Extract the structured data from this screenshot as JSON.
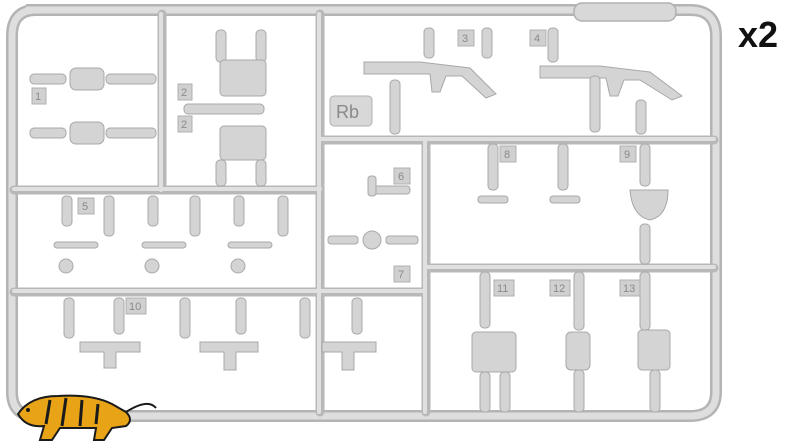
{
  "image": {
    "quantity_label": "x2",
    "sprue_code": "Rb",
    "part_numbers": [
      "1",
      "2",
      "2",
      "3",
      "4",
      "5",
      "6",
      "7",
      "8",
      "9",
      "10",
      "11",
      "12",
      "13"
    ],
    "colors": {
      "background": "#ffffff",
      "plastic": "#d6d6d6",
      "plastic_shadow": "#b9b9b9",
      "plastic_dark": "#9e9e9e",
      "text": "#111111",
      "logo_orange": "#e8a317",
      "logo_black": "#1a1a1a"
    },
    "icons": [
      "tiger-logo"
    ]
  }
}
